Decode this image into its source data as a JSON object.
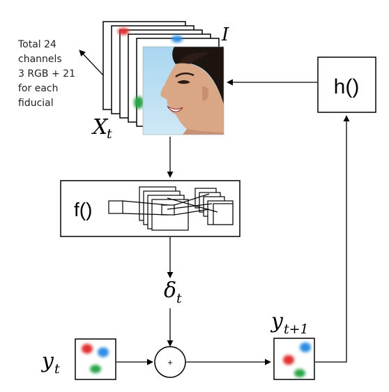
{
  "note_lines": [
    "Total 24",
    "channels",
    "3 RGB + 21",
    "for each",
    "fiducial"
  ],
  "labels": {
    "input_stack": "X",
    "input_stack_sub": "t",
    "image": "I",
    "f_func": "f()",
    "h_func": "h()",
    "delta": "δ",
    "delta_sub": "t",
    "y_now": "y",
    "y_now_sub": "t",
    "y_next": "y",
    "y_next_sub": "t+1",
    "plus": "+"
  },
  "icons": {
    "face": "face-photo-icon",
    "heatmap": "heatmap-blobs-icon",
    "network": "network-layers-icon"
  },
  "colors": {
    "blob_red": "#e23030",
    "blob_blue": "#2f8de4",
    "blob_green": "#2aa548",
    "line": "#000000"
  }
}
